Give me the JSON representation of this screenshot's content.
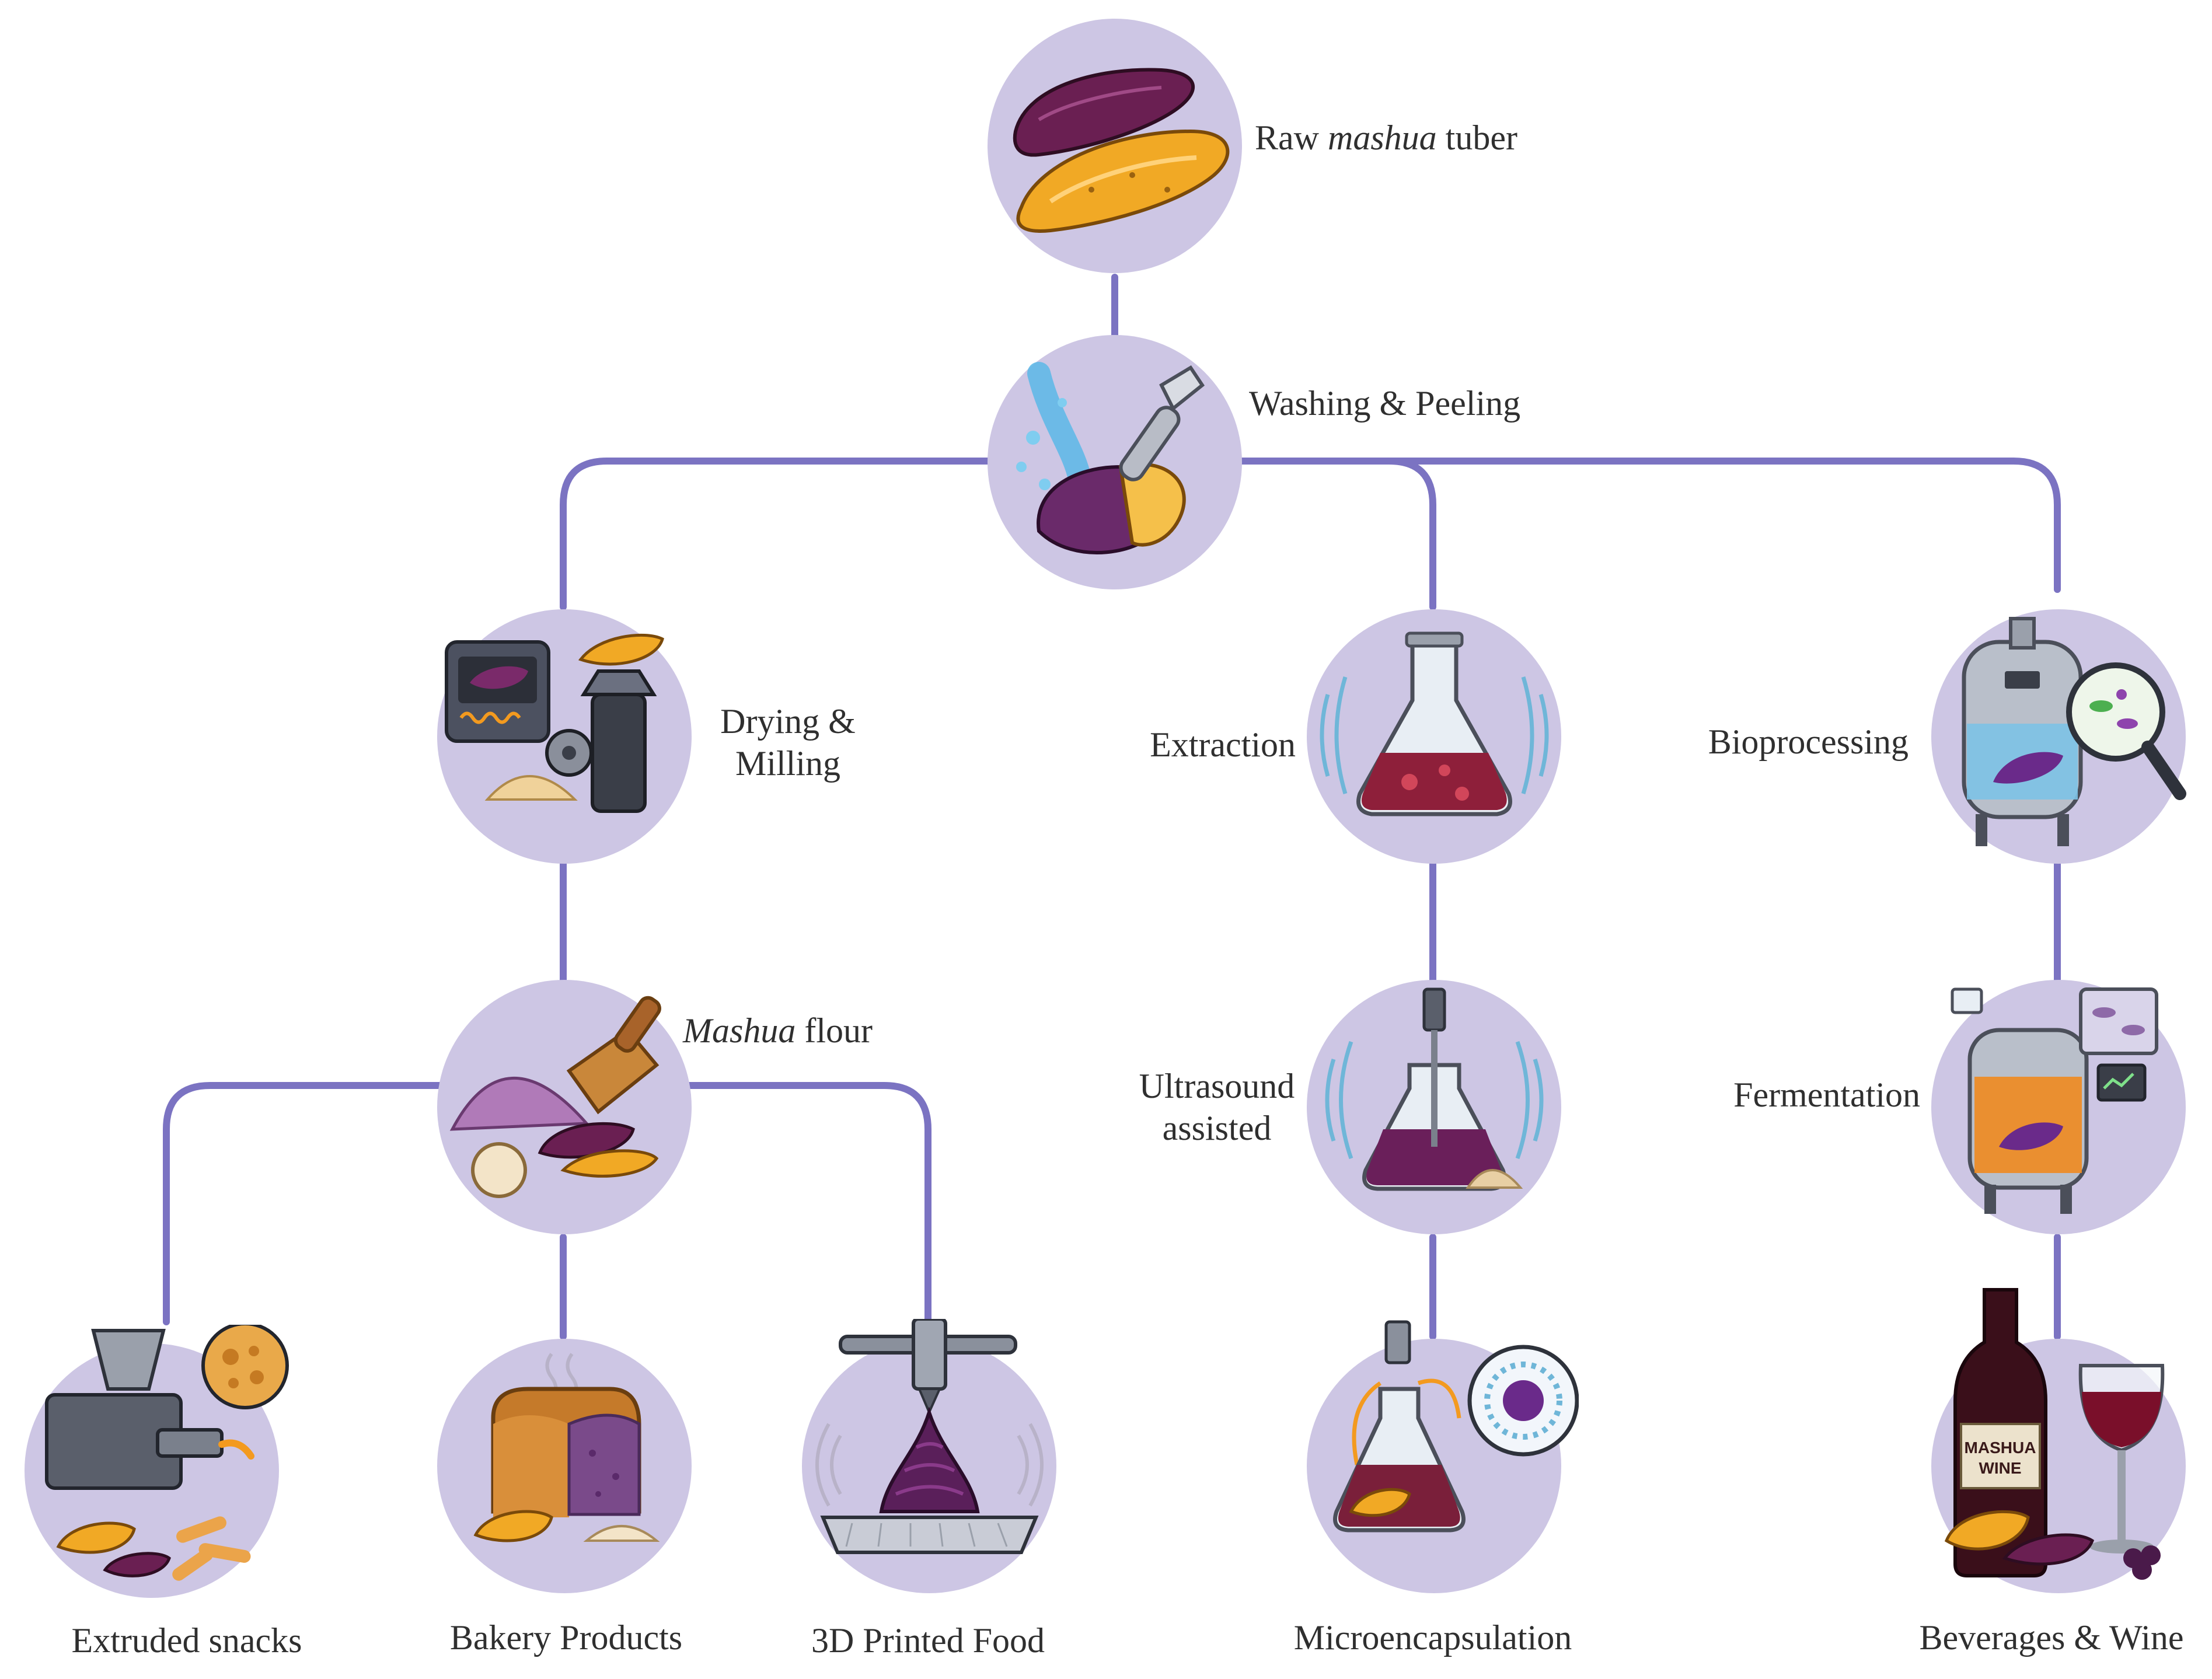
{
  "colors": {
    "connector": "#7b73c2",
    "circle_fill": "#cdc6e4",
    "label_text": "#2f2f2f"
  },
  "nodes": {
    "raw_tuber": {
      "label_pre": "Raw ",
      "label_em": "mashua",
      "label_post": " tuber",
      "icon": "tuber-icon"
    },
    "washing": {
      "label": "Washing & Peeling",
      "icon": "washing-peeling-icon"
    },
    "drying": {
      "line1": "Drying &",
      "line2": "Milling",
      "icon": "oven-grinder-icon"
    },
    "extraction": {
      "label": "Extraction",
      "icon": "flask-icon"
    },
    "bioprocessing": {
      "label": "Bioprocessing",
      "icon": "bioreactor-icon"
    },
    "flour": {
      "label_em": "Mashua",
      "label_post": " flour",
      "icon": "flour-scoop-icon"
    },
    "ultrasound": {
      "line1": "Ultrasound",
      "line2": "assisted",
      "icon": "ultrasound-flask-icon"
    },
    "fermentation": {
      "label": "Fermentation",
      "icon": "fermenter-icon"
    },
    "extruded": {
      "label": "Extruded snacks",
      "icon": "extruder-icon"
    },
    "bakery": {
      "label": "Bakery Products",
      "icon": "bread-icon"
    },
    "printed": {
      "label": "3D Printed Food",
      "icon": "3d-printer-icon"
    },
    "microencapsulation": {
      "label": "Microencapsulation",
      "icon": "microcapsule-icon"
    },
    "beverages": {
      "label": "Beverages & Wine",
      "icon": "wine-icon",
      "bottle_line1": "MASHUA",
      "bottle_line2": "WINE"
    }
  }
}
